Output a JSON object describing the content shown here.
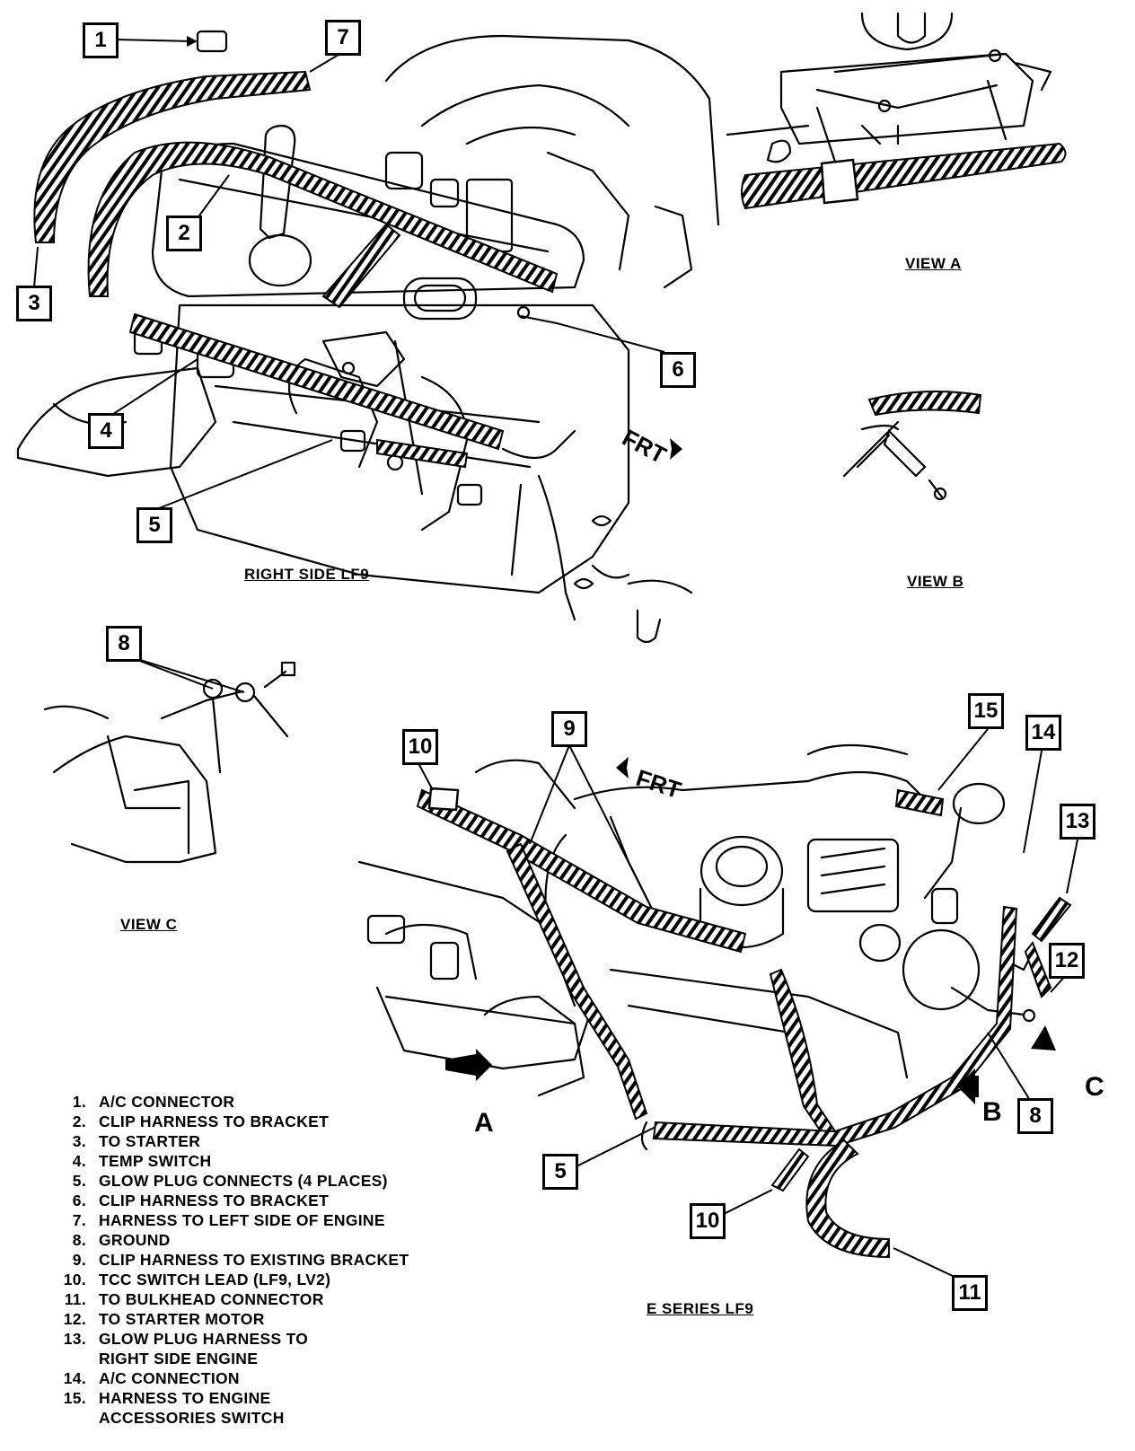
{
  "callouts": {
    "c1": "1",
    "c2": "2",
    "c3": "3",
    "c4": "4",
    "c5a": "5",
    "c6": "6",
    "c7": "7",
    "c8a": "8",
    "c8b": "8",
    "c9": "9",
    "c10a": "10",
    "c10b": "10",
    "c11": "11",
    "c12": "12",
    "c13": "13",
    "c14": "14",
    "c15": "15",
    "c5b": "5"
  },
  "views": {
    "right_side": "RIGHT SIDE LF9",
    "view_a": "VIEW A",
    "view_b": "VIEW B",
    "view_c": "VIEW C",
    "e_series": "E SERIES LF9"
  },
  "directions": {
    "frt_top": "FRT",
    "frt_bottom": "FRT",
    "a": "A",
    "b": "B",
    "c": "C"
  },
  "legend": [
    {
      "num": "1.",
      "text": "A/C CONNECTOR"
    },
    {
      "num": "2.",
      "text": "CLIP HARNESS TO BRACKET"
    },
    {
      "num": "3.",
      "text": "TO STARTER"
    },
    {
      "num": "4.",
      "text": "TEMP SWITCH"
    },
    {
      "num": "5.",
      "text": "GLOW PLUG CONNECTS (4 PLACES)"
    },
    {
      "num": "6.",
      "text": "CLIP HARNESS TO BRACKET"
    },
    {
      "num": "7.",
      "text": "HARNESS TO LEFT SIDE OF ENGINE"
    },
    {
      "num": "8.",
      "text": "GROUND"
    },
    {
      "num": "9.",
      "text": "CLIP HARNESS TO EXISTING BRACKET"
    },
    {
      "num": "10.",
      "text": "TCC SWITCH LEAD (LF9, LV2)"
    },
    {
      "num": "11.",
      "text": "TO BULKHEAD CONNECTOR"
    },
    {
      "num": "12.",
      "text": "TO STARTER MOTOR"
    },
    {
      "num": "13.",
      "text": "GLOW PLUG HARNESS TO\nRIGHT SIDE ENGINE"
    },
    {
      "num": "14.",
      "text": "A/C CONNECTION"
    },
    {
      "num": "15.",
      "text": "HARNESS TO ENGINE\nACCESSORIES SWITCH"
    }
  ]
}
